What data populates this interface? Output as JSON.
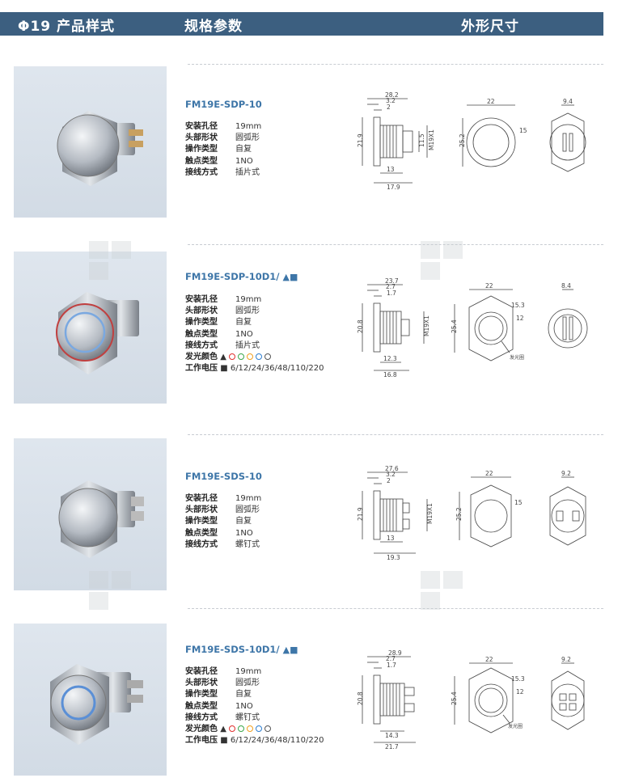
{
  "header": {
    "col1": "Φ19 产品样式",
    "col2": "规格参数",
    "col3": "外形尺寸"
  },
  "spec_labels": {
    "hole": "安装孔径",
    "head": "头部形状",
    "op": "操作类型",
    "contact": "触点类型",
    "wiring": "接线方式",
    "color": "发光颜色",
    "voltage": "工作电压"
  },
  "products": [
    {
      "model": "FM19E-SDP-10",
      "hole": "19mm",
      "head": "圆弧形",
      "op": "自复",
      "contact": "1NO",
      "wiring": "插片式",
      "dims": {
        "side_top": "28.2",
        "side_a": "3.2",
        "side_b": "2",
        "side_left": "21.9",
        "side_c": "11.5",
        "side_thread": "M19X1",
        "side_d": "13",
        "side_e": "17.9",
        "front_w": "22",
        "front_h": "25.2",
        "front_d": "15",
        "back_w": "9.4"
      }
    },
    {
      "model": "FM19E-SDP-10D1/",
      "hole": "19mm",
      "head": "圆弧形",
      "op": "自复",
      "contact": "1NO",
      "wiring": "插片式",
      "voltage": "6/12/24/36/48/110/220",
      "dims": {
        "side_top": "23.7",
        "side_a": "2.7",
        "side_b": "1.7",
        "side_left": "20.8",
        "side_thread": "M19X1",
        "side_d": "12.3",
        "side_e": "16.8",
        "front_w": "22",
        "front_h": "25.4",
        "front_d": "15.3",
        "front_d2": "12",
        "front_note": "发光圈",
        "back_w": "8.4"
      }
    },
    {
      "model": "FM19E-SDS-10",
      "hole": "19mm",
      "head": "圆弧形",
      "op": "自复",
      "contact": "1NO",
      "wiring": "螺钉式",
      "dims": {
        "side_top": "27.6",
        "side_a": "3.2",
        "side_b": "2",
        "side_left": "21.9",
        "side_thread": "M19X1",
        "side_d": "13",
        "side_e": "19.3",
        "front_w": "22",
        "front_h": "25.2",
        "front_d": "15",
        "back_w": "9.2"
      }
    },
    {
      "model": "FM19E-SDS-10D1/",
      "hole": "19mm",
      "head": "圆弧形",
      "op": "自复",
      "contact": "1NO",
      "wiring": "螺钉式",
      "voltage": "6/12/24/36/48/110/220",
      "dims": {
        "side_top": "28.9",
        "side_a": "2.7",
        "side_b": "1.7",
        "side_left": "20.8",
        "side_d": "14.3",
        "side_e": "21.7",
        "front_w": "22",
        "front_h": "25.4",
        "front_d": "15.3",
        "front_d2": "12",
        "front_note": "发光圈",
        "back_w": "9.2"
      }
    }
  ],
  "led_colors": [
    "#e0302f",
    "#3aa64a",
    "#f0a020",
    "#2f7fd0",
    "#555555"
  ],
  "marks": {
    "triangle": "▲",
    "square": "■"
  }
}
